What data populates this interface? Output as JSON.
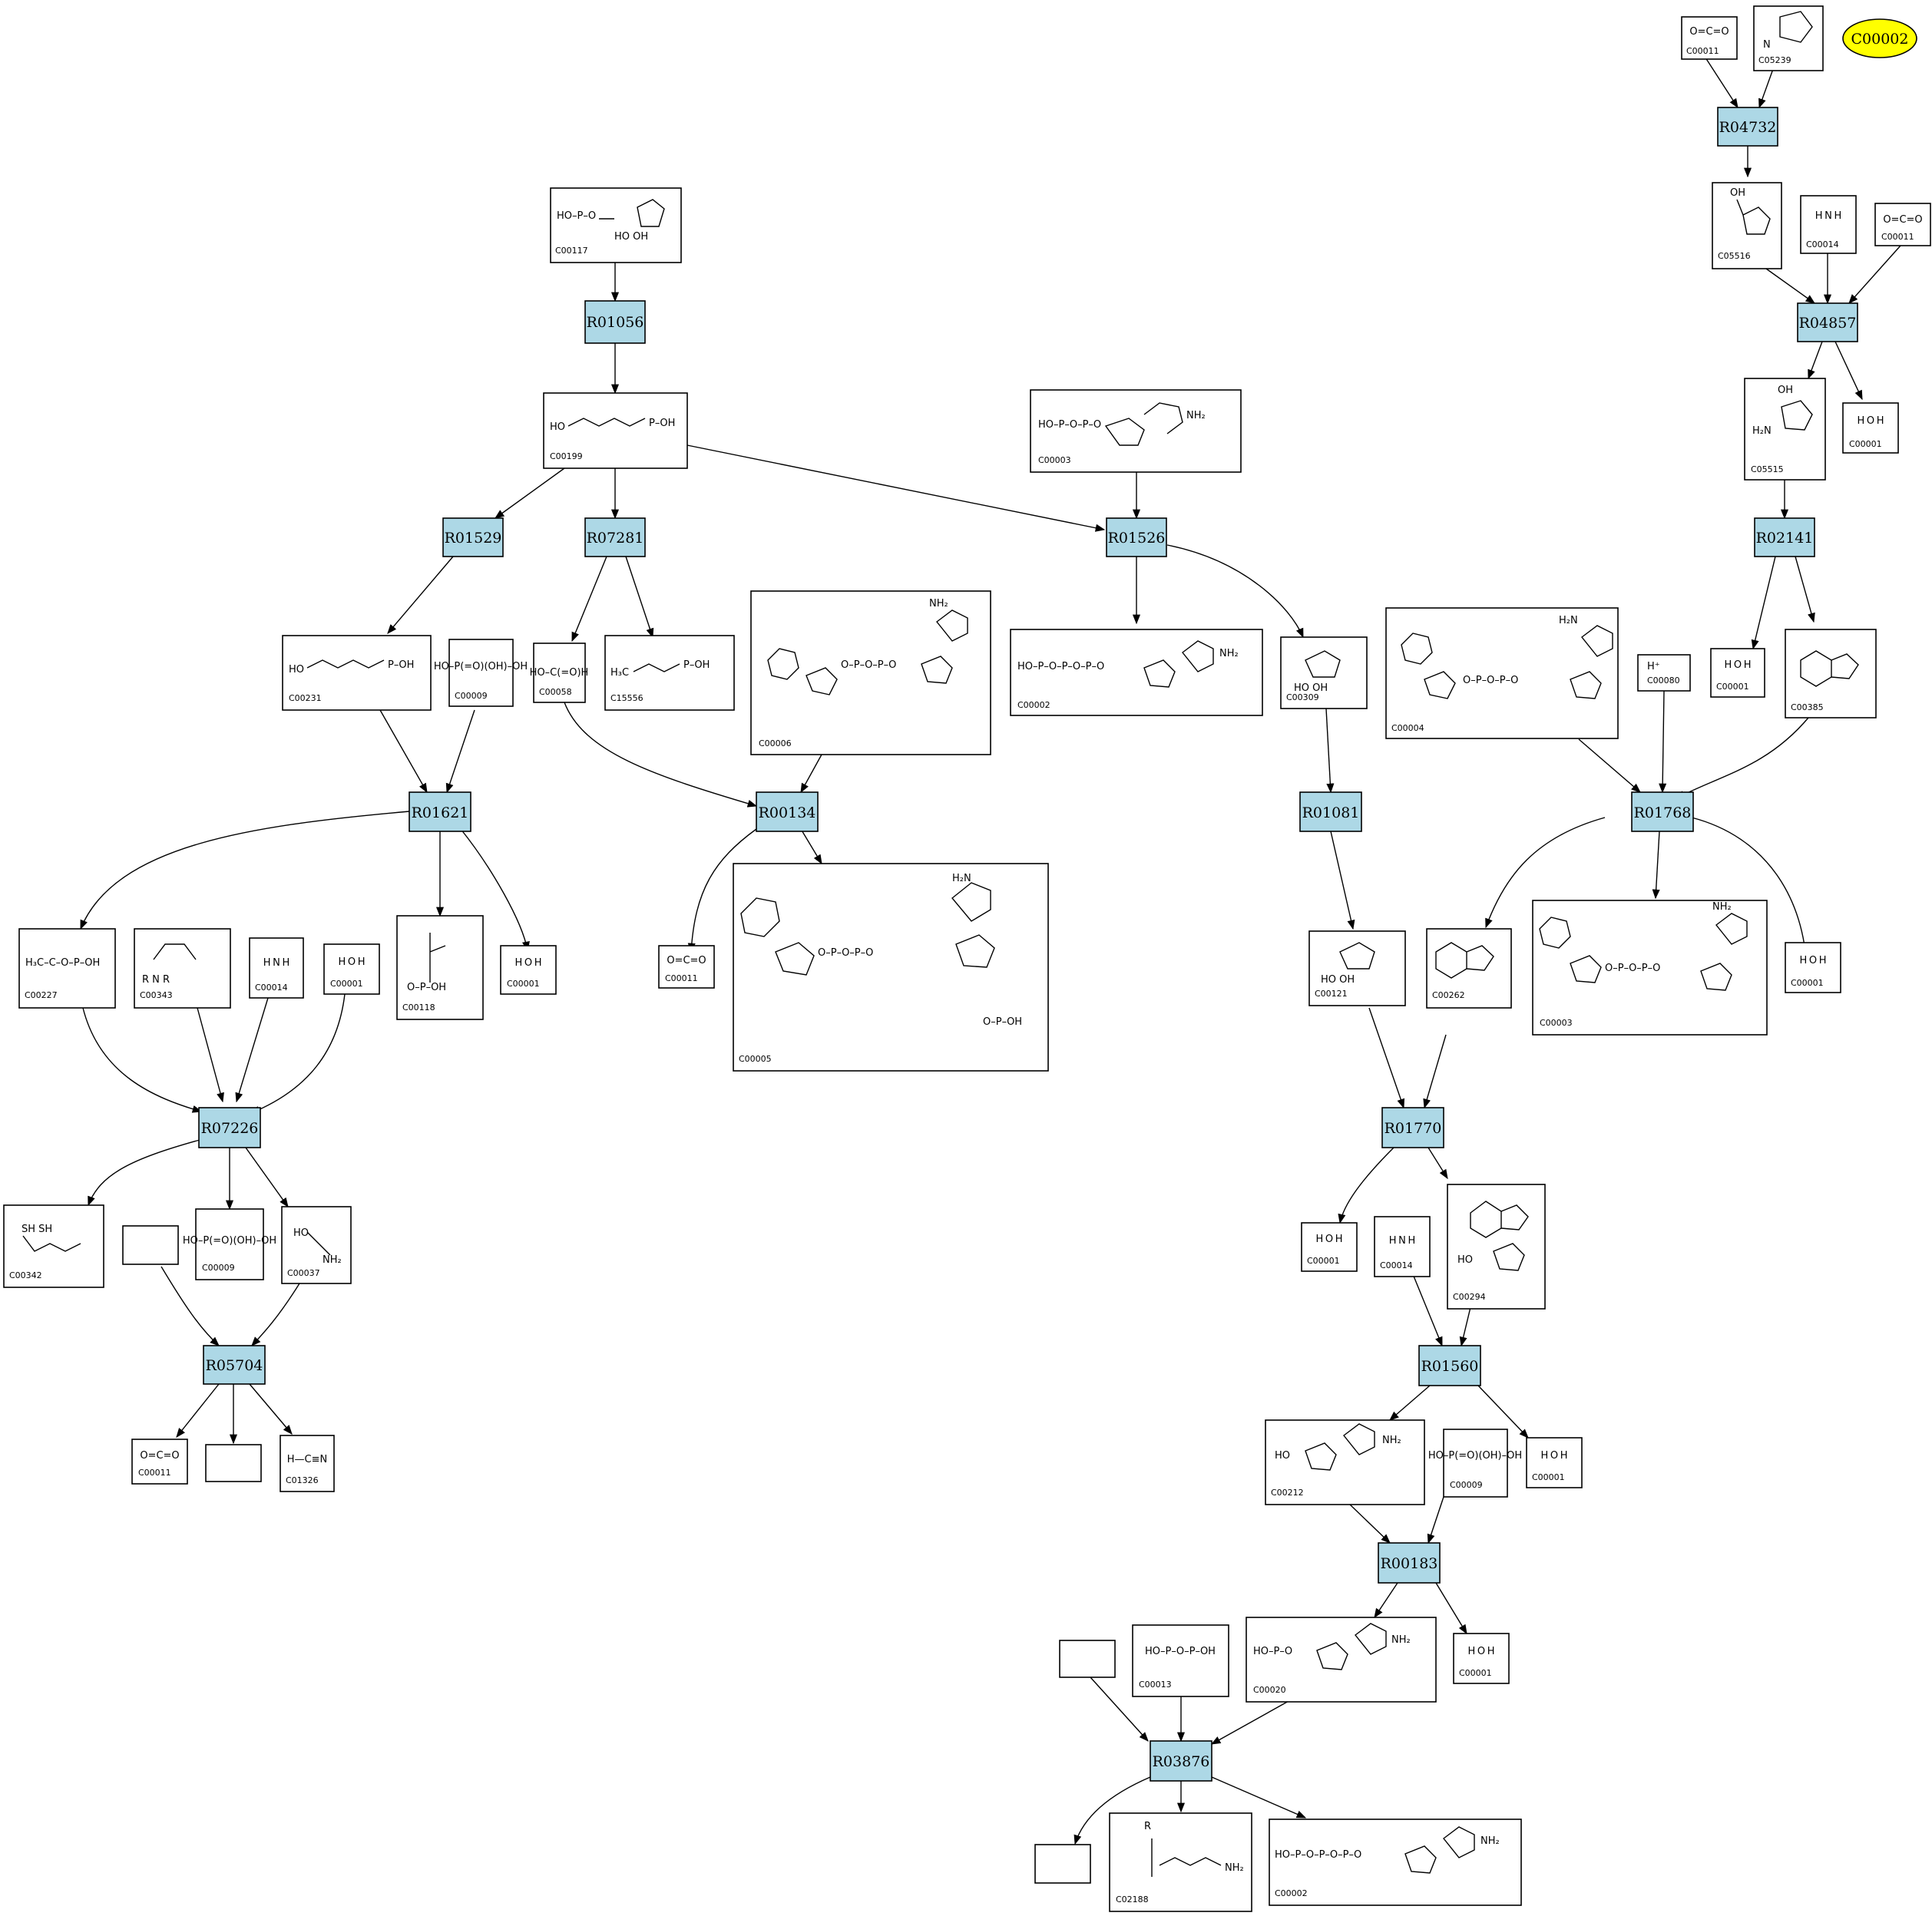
{
  "reactions": {
    "R04732": "R04732",
    "R01056": "R01056",
    "R04857": "R04857",
    "R01529": "R01529",
    "R07281": "R07281",
    "R01526": "R01526",
    "R02141": "R02141",
    "R01621": "R01621",
    "R00134": "R00134",
    "R01081": "R01081",
    "R01768": "R01768",
    "R07226": "R07226",
    "R01770": "R01770",
    "R05704": "R05704",
    "R01560": "R01560",
    "R00183": "R00183",
    "R03876": "R03876"
  },
  "highlight": {
    "label": "C00002",
    "color": "#ffff00"
  },
  "compounds": {
    "c00011_a": "C00011",
    "c05239": "C05239",
    "c00117": "C00117",
    "c05516": "C05516",
    "c00014_a": "C00014",
    "c00011_b": "C00011",
    "c00199": "C00199",
    "c00003_a": "C00003",
    "c05515": "C05515",
    "c00001_a": "C00001",
    "c00231": "C00231",
    "c00009_a": "C00009",
    "c00058": "C00058",
    "c15556": "C15556",
    "c00006": "C00006",
    "c00002_a": "C00002",
    "c00309": "C00309",
    "c00004": "C00004",
    "c00080": "C00080",
    "c00001_b": "C00001",
    "c00385": "C00385",
    "c00227": "C00227",
    "c00343": "C00343",
    "c00014_b": "C00014",
    "c00001_c": "C00001",
    "c00118": "C00118",
    "c00001_d": "C00001",
    "c00011_c": "C00011",
    "c00005": "C00005",
    "c00121": "C00121",
    "c00262": "C00262",
    "c00003_b": "C00003",
    "c00001_e": "C00001",
    "c00342": "C00342",
    "c00009_b": "C00009",
    "c00037": "C00037",
    "c00001_f": "C00001",
    "c00014_c": "C00014",
    "c00294": "C00294",
    "c00011_d": "C00011",
    "c01326": "C01326",
    "c00212": "C00212",
    "c00009_c": "C00009",
    "c00001_g": "C00001",
    "c00013": "C00013",
    "c00020": "C00020",
    "c00001_h": "C00001",
    "c02188": "C02188",
    "c00002_b": "C00002"
  },
  "structures": {
    "h2o": "H O H",
    "nh3": "H N H",
    "co2": "O=C=O",
    "proton": "H⁺",
    "hcn": "H—C≡N",
    "pi": "HO–P(=O)(OH)–OH",
    "ppi": "HO–P–O–P–OH",
    "formate": "HO–C(=O)H"
  }
}
